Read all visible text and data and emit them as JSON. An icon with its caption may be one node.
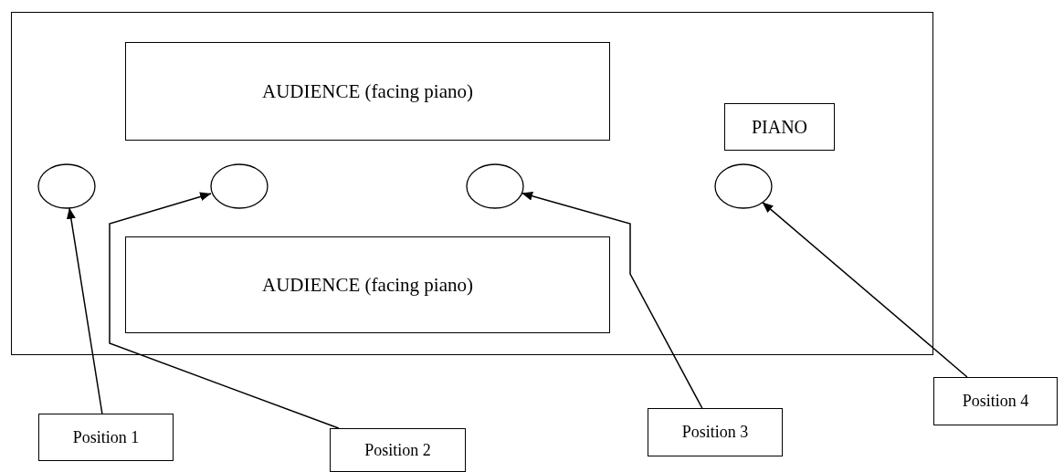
{
  "diagram": {
    "nodes": [
      {
        "text": [],
        "shape": "box"
      },
      {
        "text": [
          "AUDIENCE (facing piano)"
        ],
        "in": 0
      },
      {
        "text": [
          "PIANO"
        ],
        "in": 0
      },
      {
        "text": [],
        "shape": "circle",
        "in": 0
      },
      {
        "text": [],
        "shape": "circle",
        "in": 0
      },
      {
        "text": [],
        "shape": "circle",
        "in": 0
      },
      {
        "text": [],
        "shape": "circle",
        "in": 0
      },
      {
        "text": [
          "AUDIENCE (facing piano)"
        ],
        "in": 0
      },
      {
        "text": [
          "Position 1"
        ]
      },
      {
        "text": [
          "Position 2"
        ]
      },
      {
        "text": [
          "Position 3"
        ]
      },
      {
        "text": [
          "Position 4"
        ]
      }
    ],
    "edges": [
      {
        "from": 8,
        "to": 3,
        "arrow": "to"
      },
      {
        "from": 9,
        "to": 4,
        "arrow": "to"
      },
      {
        "from": 10,
        "to": 5,
        "arrow": "to"
      },
      {
        "from": 11,
        "to": 6,
        "arrow": "to"
      }
    ]
  }
}
